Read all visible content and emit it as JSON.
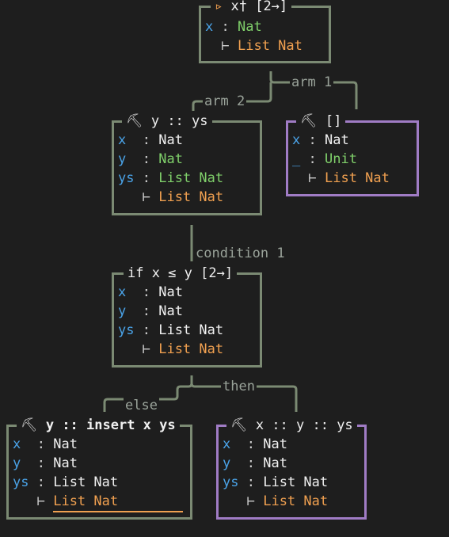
{
  "root": {
    "header_icon": "▹",
    "header_text": "x† [2→]",
    "ctx": [
      {
        "name": "x",
        "type": "Nat",
        "type_color": "green"
      }
    ],
    "goal": "List Nat"
  },
  "arm1": {
    "edge_label": "arm 1",
    "header_icon": "⛏",
    "header_text": "[]",
    "ctx": [
      {
        "name": "x",
        "type": "Nat",
        "type_color": "white"
      },
      {
        "name": "_",
        "type": "Unit",
        "type_color": "green"
      }
    ],
    "goal": "List Nat"
  },
  "arm2": {
    "edge_label": "arm 2",
    "header_icon": "⛏",
    "header_text": "y :: ys",
    "ctx": [
      {
        "name": "x",
        "type": "Nat",
        "type_color": "white"
      },
      {
        "name": "y",
        "type": "Nat",
        "type_color": "green"
      },
      {
        "name": "ys",
        "type": "List Nat",
        "type_color": "green"
      }
    ],
    "goal": "List Nat"
  },
  "cond": {
    "edge_label": "condition 1",
    "header_text": "if x ≤ y [2→]",
    "ctx": [
      {
        "name": "x",
        "type": "Nat",
        "type_color": "white"
      },
      {
        "name": "y",
        "type": "Nat",
        "type_color": "white"
      },
      {
        "name": "ys",
        "type": "List Nat",
        "type_color": "white"
      }
    ],
    "goal": "List Nat"
  },
  "else_branch": {
    "edge_label": "else",
    "header_icon": "⛏",
    "header_text": "y :: insert x ys",
    "ctx": [
      {
        "name": "x",
        "type": "Nat",
        "type_color": "white"
      },
      {
        "name": "y",
        "type": "Nat",
        "type_color": "white"
      },
      {
        "name": "ys",
        "type": "List Nat",
        "type_color": "white"
      }
    ],
    "goal": "List Nat"
  },
  "then_branch": {
    "edge_label": "then",
    "header_icon": "⛏",
    "header_text": "x :: y :: ys",
    "ctx": [
      {
        "name": "x",
        "type": "Nat",
        "type_color": "white"
      },
      {
        "name": "y",
        "type": "Nat",
        "type_color": "white"
      },
      {
        "name": "ys",
        "type": "List Nat",
        "type_color": "white"
      }
    ],
    "goal": "List Nat"
  },
  "symbols": {
    "colon": ":",
    "turnstile": "⊢"
  },
  "colors": {
    "green_border": "#7b8a73",
    "purple_border": "#a07cc5",
    "var": "#4aa3e8",
    "type_green": "#7fcf6a",
    "goal_orange": "#f0a050"
  }
}
